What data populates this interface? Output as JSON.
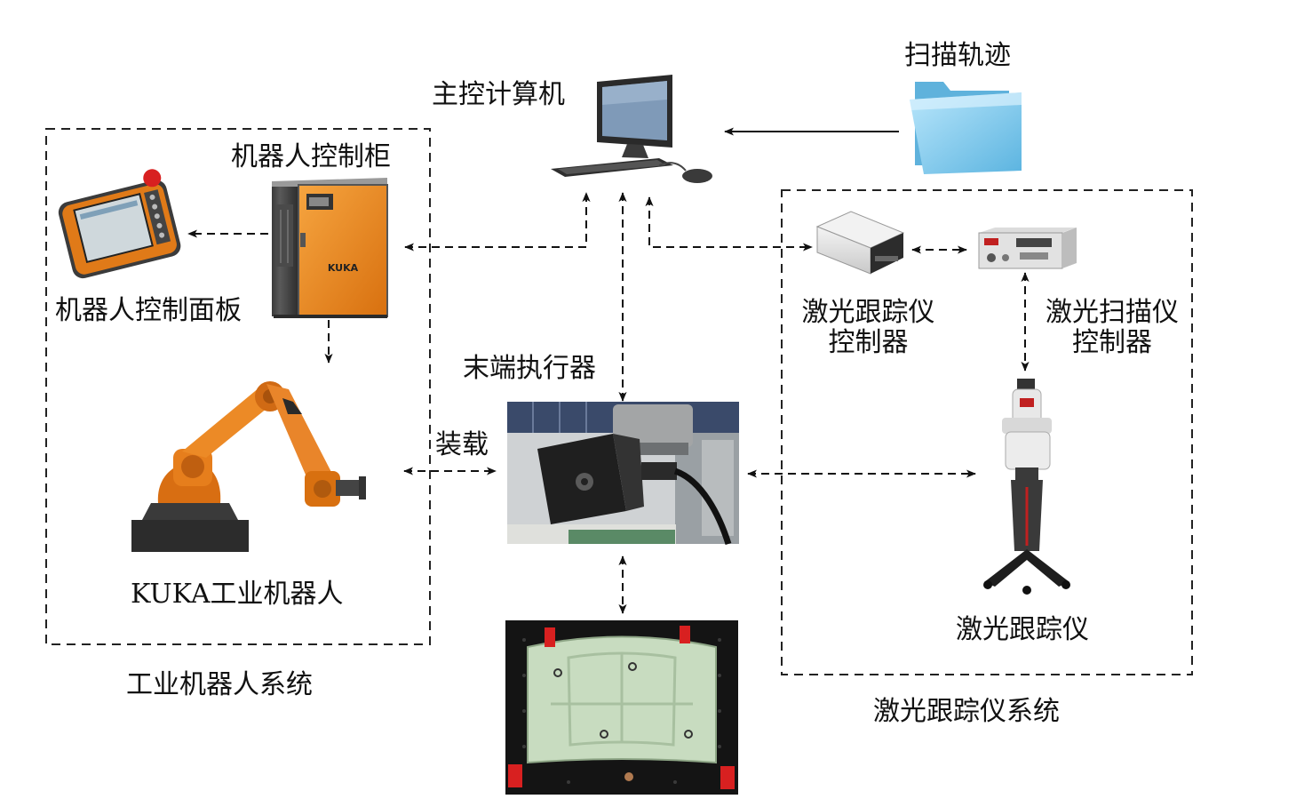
{
  "labels": {
    "main_computer": "主控计算机",
    "scan_path": "扫描轨迹",
    "robot_cabinet": "机器人控制柜",
    "robot_panel": "机器人控制面板",
    "end_effector": "末端执行器",
    "load": "装载",
    "kuka_robot": "KUKA工业机器人",
    "robot_system": "工业机器人系统",
    "tracker_controller_line1": "激光跟踪仪",
    "tracker_controller_line2": "控制器",
    "scanner_controller_line1": "激光扫描仪",
    "scanner_controller_line2": "控制器",
    "laser_tracker": "激光跟踪仪",
    "tracker_system": "激光跟踪仪系统",
    "cabinet_brand": "KUKA"
  },
  "icons": {
    "computer": "desktop-computer-icon",
    "folder": "folder-icon",
    "cabinet": "robot-control-cabinet",
    "pendant": "teach-pendant",
    "robot": "industrial-robot-arm",
    "effector": "end-effector-scanner",
    "tracker_controller": "tracker-controller-box",
    "scanner_controller": "scanner-controller-rack",
    "tracker": "laser-tracker",
    "workpiece": "workpiece-panel"
  },
  "colors": {
    "kuka_orange": "#f08c1e",
    "folder_blue": "#8fd0f0",
    "panel_green": "#c8e0c0",
    "line": "#111111"
  }
}
